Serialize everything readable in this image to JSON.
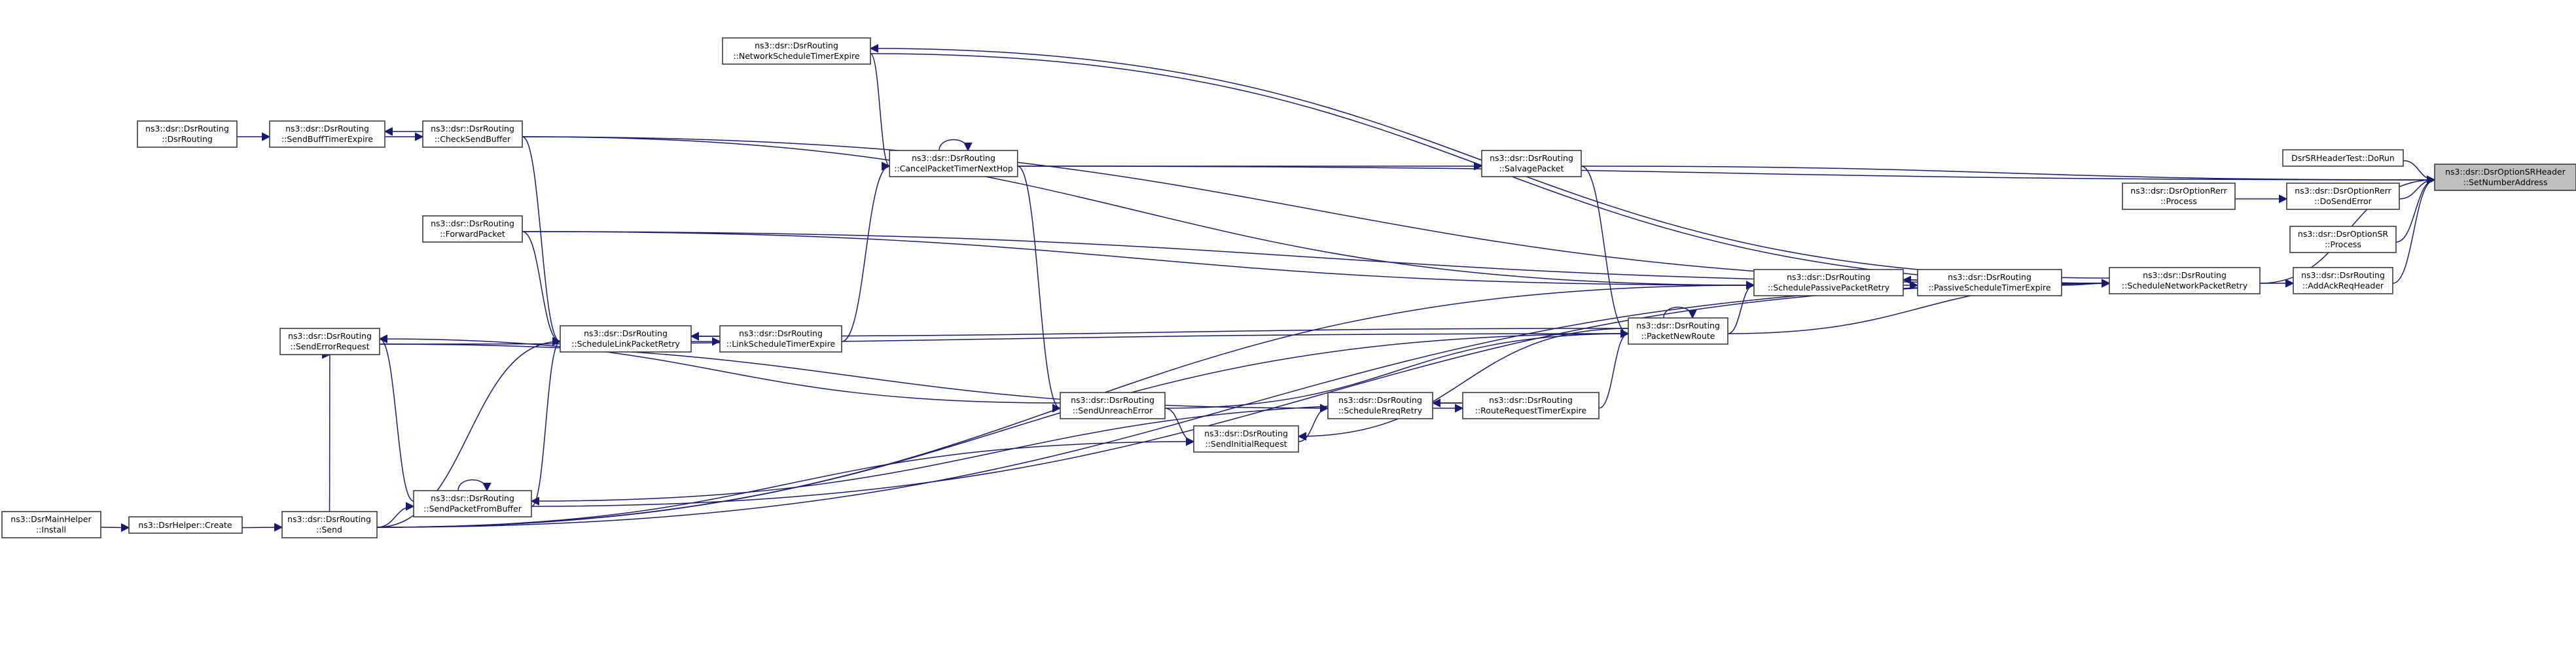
{
  "diagram": {
    "title": "ns3::dsr::DsrOptionSRHeader::SetNumberAddress caller graph",
    "colors": {
      "edge": "#191970",
      "node_border": "#3a3a3a",
      "focus_fill": "#bfbfbf"
    },
    "nodes": [
      {
        "id": "setnum",
        "lines": [
          "ns3::dsr::DsrOptionSRHeader",
          "::SetNumberAddress"
        ],
        "focus": true
      },
      {
        "id": "dorun",
        "lines": [
          "DsrSRHeaderTest::DoRun"
        ]
      },
      {
        "id": "dosenderror",
        "lines": [
          "ns3::dsr::DsrOptionRerr",
          "::DoSendError"
        ]
      },
      {
        "id": "rerrprocess",
        "lines": [
          "ns3::dsr::DsrOptionRerr",
          "::Process"
        ]
      },
      {
        "id": "srprocess",
        "lines": [
          "ns3::dsr::DsrOptionSR",
          "::Process"
        ]
      },
      {
        "id": "addack",
        "lines": [
          "ns3::dsr::DsrRouting",
          "::AddAckReqHeader"
        ]
      },
      {
        "id": "schednet",
        "lines": [
          "ns3::dsr::DsrRouting",
          "::ScheduleNetworkPacketRetry"
        ]
      },
      {
        "id": "passivetimer",
        "lines": [
          "ns3::dsr::DsrRouting",
          "::PassiveScheduleTimerExpire"
        ]
      },
      {
        "id": "schedpassive",
        "lines": [
          "ns3::dsr::DsrRouting",
          "::SchedulePassivePacketRetry"
        ]
      },
      {
        "id": "packetnewroute",
        "lines": [
          "ns3::dsr::DsrRouting",
          "::PacketNewRoute"
        ]
      },
      {
        "id": "salvage",
        "lines": [
          "ns3::dsr::DsrRouting",
          "::SalvagePacket"
        ]
      },
      {
        "id": "cancel",
        "lines": [
          "ns3::dsr::DsrRouting",
          "::CancelPacketTimerNextHop"
        ]
      },
      {
        "id": "nettimer",
        "lines": [
          "ns3::dsr::DsrRouting",
          "::NetworkScheduleTimerExpire"
        ]
      },
      {
        "id": "rreqtimer",
        "lines": [
          "ns3::dsr::DsrRouting",
          "::RouteRequestTimerExpire"
        ]
      },
      {
        "id": "schedrreq",
        "lines": [
          "ns3::dsr::DsrRouting",
          "::ScheduleRreqRetry"
        ]
      },
      {
        "id": "sendinitial",
        "lines": [
          "ns3::dsr::DsrRouting",
          "::SendInitialRequest"
        ]
      },
      {
        "id": "sendunreach",
        "lines": [
          "ns3::dsr::DsrRouting",
          "::SendUnreachError"
        ]
      },
      {
        "id": "linktimer",
        "lines": [
          "ns3::dsr::DsrRouting",
          "::LinkScheduleTimerExpire"
        ]
      },
      {
        "id": "schedlink",
        "lines": [
          "ns3::dsr::DsrRouting",
          "::ScheduleLinkPacketRetry"
        ]
      },
      {
        "id": "forward",
        "lines": [
          "ns3::dsr::DsrRouting",
          "::ForwardPacket"
        ]
      },
      {
        "id": "checksend",
        "lines": [
          "ns3::dsr::DsrRouting",
          "::CheckSendBuffer"
        ]
      },
      {
        "id": "sendbufftimer",
        "lines": [
          "ns3::dsr::DsrRouting",
          "::SendBuffTimerExpire"
        ]
      },
      {
        "id": "ctor",
        "lines": [
          "ns3::dsr::DsrRouting",
          "::DsrRouting"
        ]
      },
      {
        "id": "senderror",
        "lines": [
          "ns3::dsr::DsrRouting",
          "::SendErrorRequest"
        ]
      },
      {
        "id": "sendfrombuf",
        "lines": [
          "ns3::dsr::DsrRouting",
          "::SendPacketFromBuffer"
        ]
      },
      {
        "id": "send",
        "lines": [
          "ns3::dsr::DsrRouting",
          "::Send"
        ]
      },
      {
        "id": "create",
        "lines": [
          "ns3::DsrHelper::Create"
        ]
      },
      {
        "id": "install",
        "lines": [
          "ns3::DsrMainHelper",
          "::Install"
        ]
      }
    ],
    "edges": [
      [
        "dorun",
        "setnum"
      ],
      [
        "dosenderror",
        "setnum"
      ],
      [
        "srprocess",
        "setnum"
      ],
      [
        "addack",
        "setnum"
      ],
      [
        "rerrprocess",
        "dosenderror"
      ],
      [
        "schednet",
        "addack"
      ],
      [
        "salvage",
        "setnum"
      ],
      [
        "cancel",
        "setnum"
      ],
      [
        "schednet",
        "setnum"
      ],
      [
        "passivetimer",
        "schednet"
      ],
      [
        "schedpassive",
        "passivetimer"
      ],
      [
        "passivetimer",
        "schedpassive"
      ],
      [
        "packetnewroute",
        "schedpassive"
      ],
      [
        "packetnewroute",
        "schednet"
      ],
      [
        "packetnewroute",
        "packetnewroute"
      ],
      [
        "salvage",
        "packetnewroute"
      ],
      [
        "cancel",
        "salvage"
      ],
      [
        "cancel",
        "cancel"
      ],
      [
        "nettimer",
        "cancel"
      ],
      [
        "schednet",
        "nettimer"
      ],
      [
        "nettimer",
        "schednet"
      ],
      [
        "checksend",
        "schednet"
      ],
      [
        "checksend",
        "schedpassive"
      ],
      [
        "forward",
        "schednet"
      ],
      [
        "forward",
        "schedpassive"
      ],
      [
        "sendbufftimer",
        "checksend"
      ],
      [
        "checksend",
        "sendbufftimer"
      ],
      [
        "ctor",
        "sendbufftimer"
      ],
      [
        "schedlink",
        "linktimer"
      ],
      [
        "linktimer",
        "schedlink"
      ],
      [
        "linktimer",
        "cancel"
      ],
      [
        "packetnewroute",
        "schedlink"
      ],
      [
        "forward",
        "schedlink"
      ],
      [
        "checksend",
        "schedlink"
      ],
      [
        "senderror",
        "packetnewroute"
      ],
      [
        "senderror",
        "schedrreq"
      ],
      [
        "sendunreach",
        "senderror"
      ],
      [
        "cancel",
        "sendunreach"
      ],
      [
        "sendunreach",
        "sendinitial"
      ],
      [
        "sendunreach",
        "packetnewroute"
      ],
      [
        "sendinitial",
        "schedrreq"
      ],
      [
        "schedrreq",
        "rreqtimer"
      ],
      [
        "rreqtimer",
        "schedrreq"
      ],
      [
        "rreqtimer",
        "packetnewroute"
      ],
      [
        "packetnewroute",
        "sendinitial"
      ],
      [
        "rreqtimer",
        "sendfrombuf"
      ],
      [
        "sendfrombuf",
        "schedlink"
      ],
      [
        "sendfrombuf",
        "sendfrombuf"
      ],
      [
        "sendfrombuf",
        "senderror"
      ],
      [
        "sendfrombuf",
        "schednet"
      ],
      [
        "send",
        "sendfrombuf"
      ],
      [
        "send",
        "schedlink"
      ],
      [
        "send",
        "senderror"
      ],
      [
        "send",
        "packetnewroute"
      ],
      [
        "send",
        "schedpassive"
      ],
      [
        "send",
        "schednet"
      ],
      [
        "send",
        "sendinitial"
      ],
      [
        "create",
        "send"
      ],
      [
        "install",
        "create"
      ]
    ]
  }
}
